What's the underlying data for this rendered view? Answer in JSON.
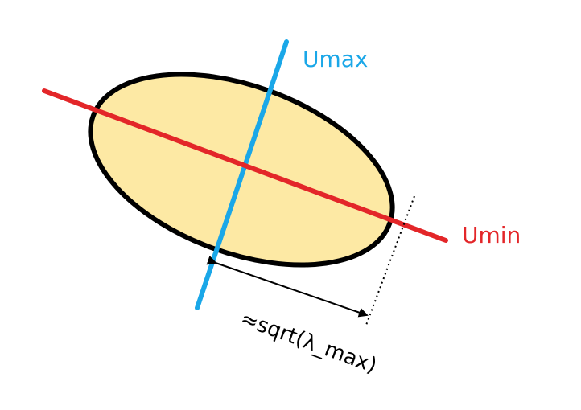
{
  "diagram": {
    "labels": {
      "umax": "Umax",
      "umin": "Umin",
      "measure": "≈sqrt(λ_max)"
    },
    "colors": {
      "ellipse_fill": "#fde9a4",
      "ellipse_stroke": "#000000",
      "umax_axis": "#1aa7e8",
      "umin_axis": "#e32629",
      "measure_text": "#000000"
    }
  }
}
